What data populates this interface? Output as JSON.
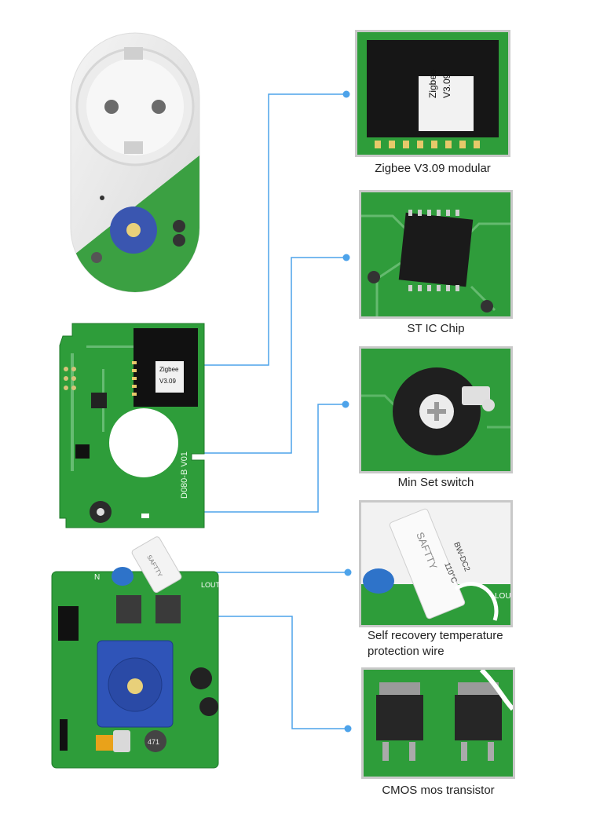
{
  "callouts": [
    {
      "id": "zigbee",
      "caption": "Zigbee V3.09 modular"
    },
    {
      "id": "st-ic",
      "caption": "ST IC Chip"
    },
    {
      "id": "min-set",
      "caption": "Min Set switch"
    },
    {
      "id": "temp-wire",
      "caption_line1": "Self recovery temperature",
      "caption_line2": "protection wire"
    },
    {
      "id": "mos",
      "caption": "CMOS mos transistor"
    }
  ],
  "labels": {
    "module_word": "Zigbee",
    "module_version": "V3.09",
    "board_code": "D080-B V01",
    "safety_label": "SAFTTY",
    "fuse_spec": "BW-DC2",
    "fuse_temp": "110°C",
    "inductor_value": "471",
    "lout_label": "LOUT",
    "n_label": "N"
  },
  "colors": {
    "leader_line": "#4da3ea",
    "frame": "#c9c9c9",
    "pcb": "#2e9d3a"
  }
}
